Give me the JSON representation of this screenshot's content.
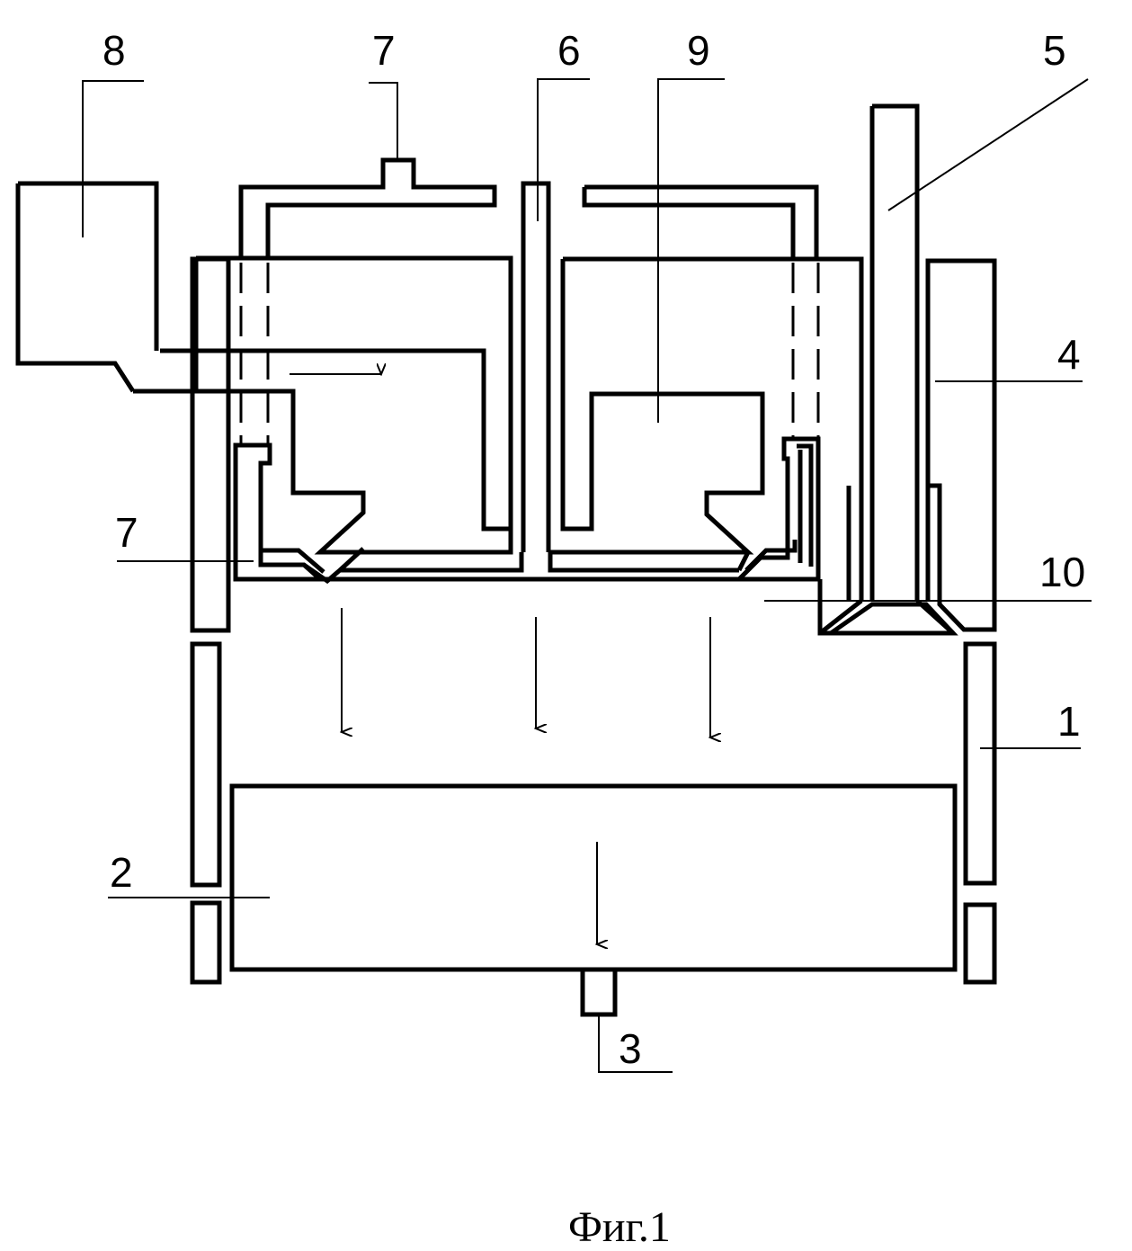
{
  "figure": {
    "caption": "Фиг.1",
    "labels": {
      "l1": "1",
      "l2": "2",
      "l3": "3",
      "l4": "4",
      "l5": "5",
      "l6": "6",
      "l7_top": "7",
      "l7_left": "7",
      "l8": "8",
      "l9": "9",
      "l10": "10"
    }
  }
}
